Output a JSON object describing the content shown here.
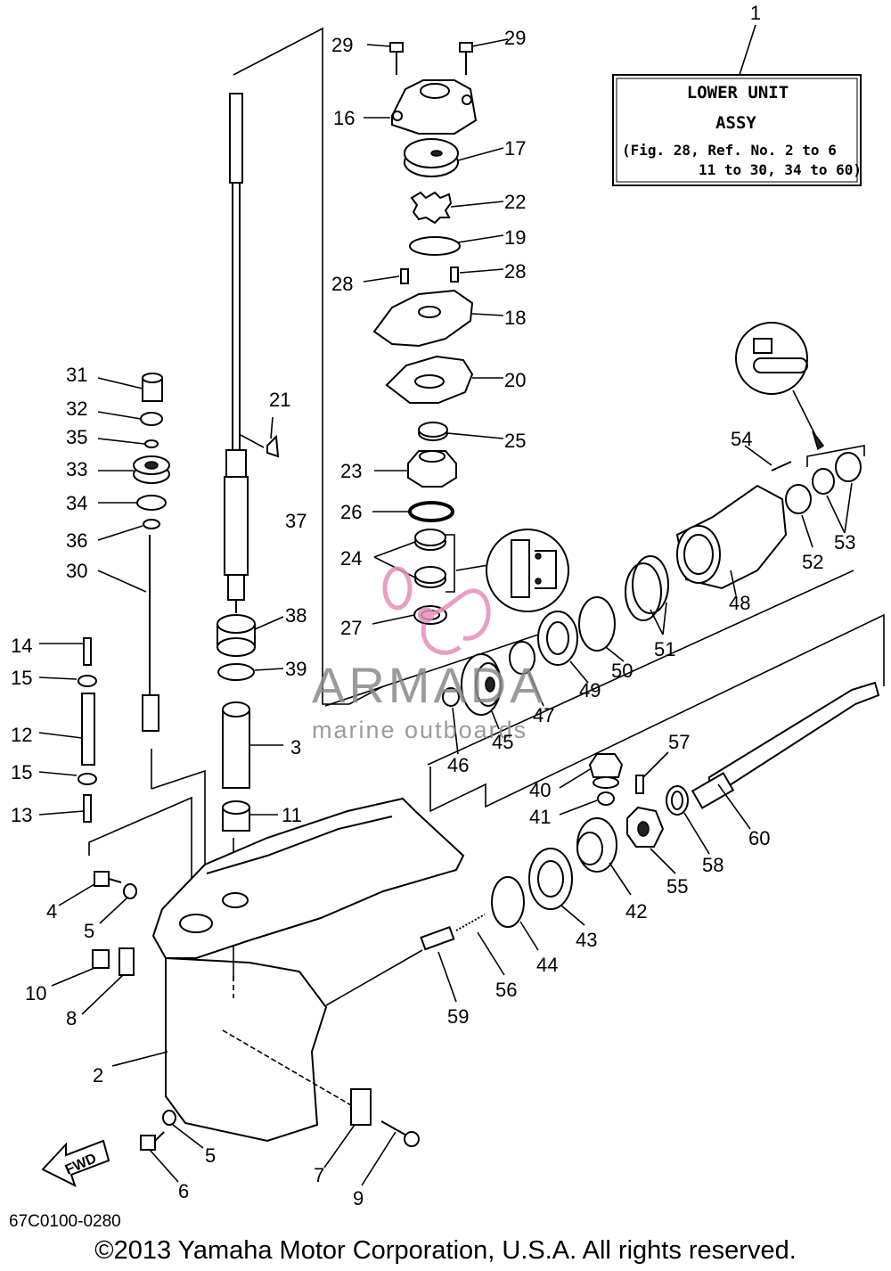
{
  "assembly_box": {
    "ref": "1",
    "title_line1": "LOWER UNIT",
    "title_line2": "ASSY",
    "note_line1": "(Fig. 28, Ref. No. 2 to 6",
    "note_line2": "11 to 30, 34 to 60)"
  },
  "watermark": {
    "brand": "ARMADA",
    "tagline": "marine outboards",
    "accent_color": "#e58fb7"
  },
  "fwd_label": "FWD",
  "doc_id": "67C0100-0280",
  "copyright": "©2013 Yamaha Motor Corporation, U.S.A. All rights reserved.",
  "callouts": [
    "29",
    "29",
    "16",
    "17",
    "22",
    "19",
    "28",
    "28",
    "18",
    "20",
    "21",
    "31",
    "32",
    "35",
    "33",
    "34",
    "36",
    "30",
    "37",
    "25",
    "23",
    "26",
    "24",
    "27",
    "38",
    "39",
    "3",
    "11",
    "14",
    "15",
    "12",
    "15",
    "13",
    "4",
    "5",
    "10",
    "8",
    "2",
    "5",
    "6",
    "7",
    "9",
    "54",
    "52",
    "53",
    "48",
    "51",
    "50",
    "49",
    "47",
    "45",
    "46",
    "57",
    "40",
    "41",
    "55",
    "58",
    "60",
    "42",
    "43",
    "44",
    "56",
    "59"
  ]
}
